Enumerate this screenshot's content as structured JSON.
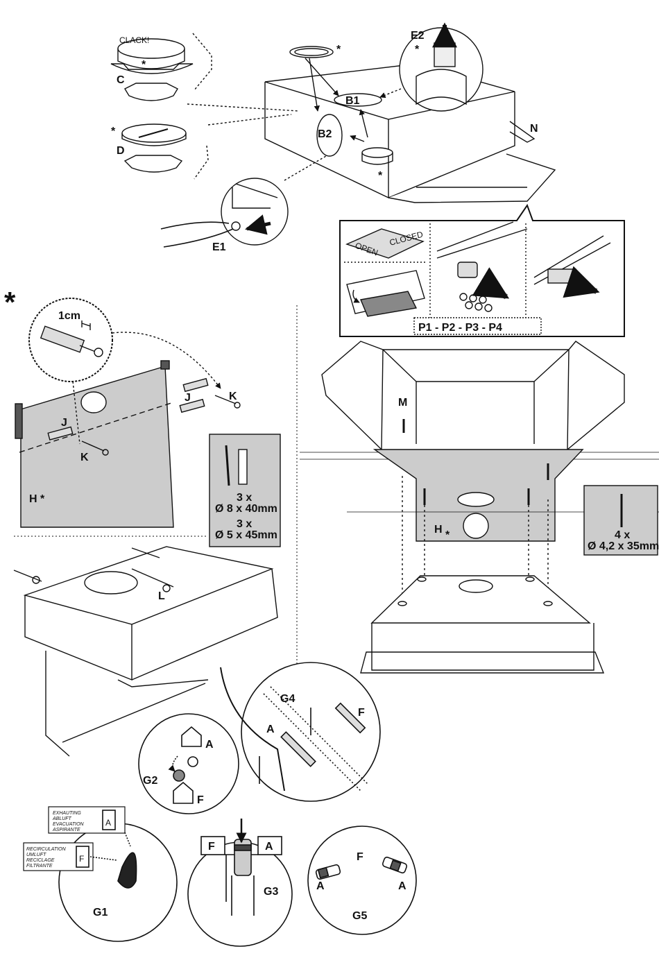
{
  "top": {
    "clack": "CLACK!",
    "star": "*",
    "labels": {
      "c": "C",
      "d": "D",
      "b1": "B1",
      "b2": "B2",
      "e1": "E1",
      "e2": "E2",
      "n": "N"
    }
  },
  "panel": {
    "closed": "CLOSED",
    "open": "OPEN",
    "steps": "P1 - P2 - P3 - P4"
  },
  "wall": {
    "star": "*",
    "dim": "1cm",
    "labels": {
      "j1": "J",
      "j2": "J",
      "k1": "K",
      "k2": "K",
      "h": "H",
      "hstar": "*",
      "l": "L"
    },
    "box": {
      "q1": "3 x",
      "s1": "Ø 8 x 40mm",
      "q2": "3 x",
      "s2": "Ø 5 x 45mm"
    }
  },
  "ceiling": {
    "labels": {
      "m": "M",
      "h": "H",
      "hstar": "*"
    },
    "box": {
      "q": "4 x",
      "s": "Ø 4,2 x 35mm"
    }
  },
  "modes": {
    "g1": "G1",
    "g2": "G2",
    "g3": "G3",
    "g4": "G4",
    "g5": "G5",
    "a": "A",
    "f": "F",
    "exhaust": [
      "EXHAUTING",
      "ABLUFT",
      "EVACUATION",
      "ASPIRANTE"
    ],
    "recirc": [
      "RECIRCULATION",
      "UMLUFT",
      "RECICLAGE",
      "FILTRANTE"
    ]
  }
}
